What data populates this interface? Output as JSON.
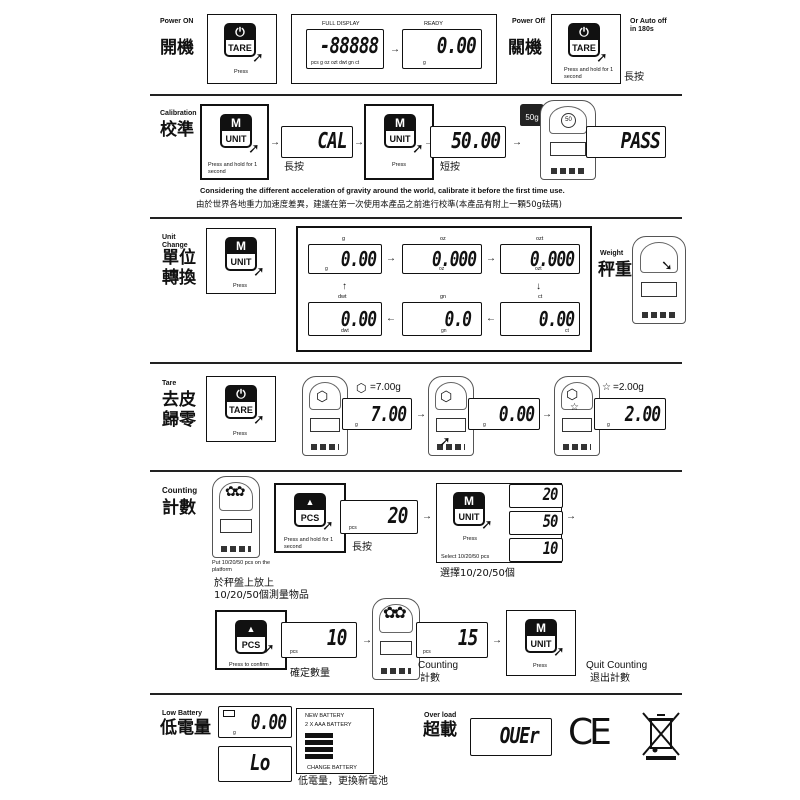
{
  "power_on": {
    "en": "Power ON",
    "zh": "開機",
    "button_label": "TARE",
    "caption": "Press"
  },
  "display": {
    "full": "FULL DISPLAY",
    "ready": "READY",
    "full_value": "-88888",
    "ready_value": "0.00",
    "units": "pcs g oz ozt dwt gn ct",
    "unit_g": "g"
  },
  "power_off": {
    "en": "Power Off",
    "zh": "關機",
    "button_label": "TARE",
    "caption": "Press and hold for 1 second",
    "zh_caption": "長按",
    "or_text": "Or Auto off in 180s"
  },
  "calibration": {
    "en": "Calibration",
    "zh": "校準",
    "button_top": "M",
    "button_label": "UNIT",
    "caption_hold": "Press and hold for 1 second",
    "zh_hold": "長按",
    "display1": "CAL",
    "caption_press": "Press",
    "zh_press": "短按",
    "display2": "50.00",
    "weight": "50g",
    "weight_circle": "50",
    "display3": "PASS",
    "note_en": "Considering the different acceleration of gravity around the world,  calibrate it before the first time use.",
    "note_zh": "由於世界各地重力加速度差異，建議在第一次使用本產品之前進行校準(本產品有附上一顆50g砝碼)"
  },
  "unit_change": {
    "en": "Unit Change",
    "zh1": "單位",
    "zh2": "轉換",
    "button_top": "M",
    "button_label": "UNIT",
    "caption": "Press",
    "displays": [
      {
        "label": "g",
        "value": "0.00",
        "unit": "g"
      },
      {
        "label": "oz",
        "value": "0.000",
        "unit": "oz"
      },
      {
        "label": "ozt",
        "value": "0.000",
        "unit": "ozt"
      },
      {
        "label": "dwt",
        "value": "0.00",
        "unit": "dwt"
      },
      {
        "label": "gn",
        "value": "0.0",
        "unit": "gn"
      },
      {
        "label": "ct",
        "value": "0.00",
        "unit": "ct"
      }
    ],
    "weight_en": "Weight",
    "weight_zh": "秤重"
  },
  "tare": {
    "en": "Tare",
    "zh1": "去皮",
    "zh2": "歸零",
    "button_label": "TARE",
    "caption": "Press",
    "hex_weight": "=7.00g",
    "display1": "7.00",
    "display2": "0.00",
    "star_weight": "=2.00g",
    "display3": "2.00",
    "unit_g": "g"
  },
  "counting": {
    "en": "Counting",
    "zh": "計數",
    "button_label": "PCS",
    "caption_hold": "Press and hold for 1 second",
    "zh_hold": "長按",
    "display_20": "20",
    "unit_pcs": "pcs",
    "unit_button_top": "M",
    "unit_button_label": "UNIT",
    "caption_press": "Press",
    "options": [
      "20",
      "50",
      "10"
    ],
    "select_en": "Select 10/20/50 pcs",
    "select_zh": "選擇10/20/50個",
    "put_en": "Put 10/20/50 pcs on the platform",
    "put_zh1": "於秤盤上放上",
    "put_zh2": "10/20/50個測量物品",
    "confirm_caption": "Press to confirm",
    "display_10": "10",
    "zh_confirm": "確定數量",
    "display_15": "15",
    "counting_en": "Counting",
    "counting_zh": "計數",
    "quit_en": "Quit Counting",
    "quit_zh": "退出計數"
  },
  "low_battery": {
    "en": "Low Battery",
    "zh": "低電量",
    "display": "0.00",
    "unit_g": "g",
    "display_lo": "Lo",
    "new_battery": "NEW BATTERY",
    "battery_type": "2 X AAA BATTERY",
    "change": "CHANGE BATTERY",
    "zh_caption": "低電量，更換新電池"
  },
  "overload": {
    "en": "Over load",
    "zh": "超載",
    "display": "OUEr"
  },
  "marks": {
    "ce": "CE"
  }
}
